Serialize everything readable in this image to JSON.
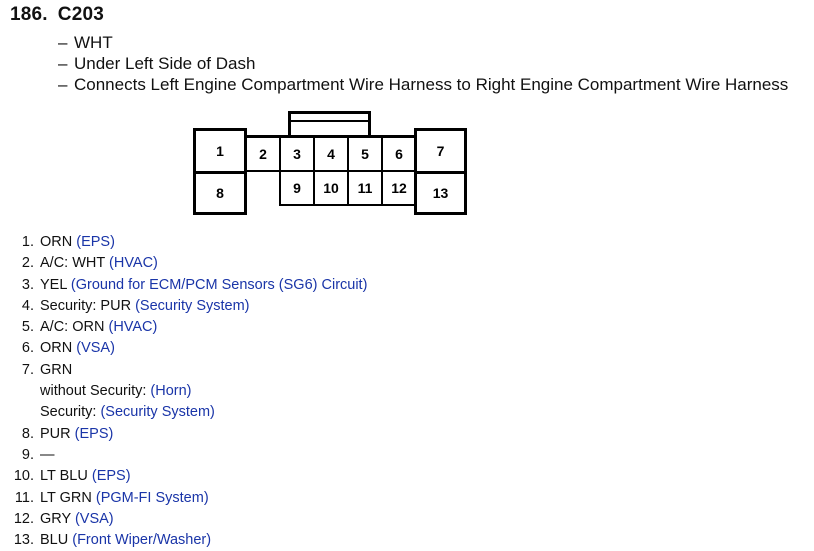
{
  "header": {
    "number": "186.",
    "connector_id": "C203"
  },
  "details": [
    "WHT",
    "Under Left Side of Dash",
    "Connects Left Engine Compartment Wire Harness to Right Engine Compartment Wire Harness"
  ],
  "diagram": {
    "cells": [
      "1",
      "2",
      "3",
      "4",
      "5",
      "6",
      "7",
      "8",
      "9",
      "10",
      "11",
      "12",
      "13"
    ]
  },
  "pins": [
    {
      "num": "1.",
      "wire": "ORN",
      "circuit": "(EPS)"
    },
    {
      "num": "2.",
      "wire": "A/C: WHT",
      "circuit": "(HVAC)"
    },
    {
      "num": "3.",
      "wire": "YEL",
      "circuit": "(Ground for ECM/PCM Sensors (SG6) Circuit)"
    },
    {
      "num": "4.",
      "wire": "Security: PUR",
      "circuit": "(Security System)"
    },
    {
      "num": "5.",
      "wire": "A/C: ORN",
      "circuit": "(HVAC)"
    },
    {
      "num": "6.",
      "wire": "ORN",
      "circuit": "(VSA)"
    },
    {
      "num": "7.",
      "wire": "GRN",
      "circuit": "",
      "sub": [
        {
          "label": "without Security:",
          "circuit": "(Horn)"
        },
        {
          "label": "Security:",
          "circuit": "(Security System)"
        }
      ]
    },
    {
      "num": "8.",
      "wire": "PUR",
      "circuit": "(EPS)"
    },
    {
      "num": "9.",
      "wire": "—",
      "circuit": ""
    },
    {
      "num": "10.",
      "wire": "LT BLU",
      "circuit": "(EPS)"
    },
    {
      "num": "11.",
      "wire": "LT GRN",
      "circuit": "(PGM-FI System)"
    },
    {
      "num": "12.",
      "wire": "GRY",
      "circuit": "(VSA)"
    },
    {
      "num": "13.",
      "wire": "BLU",
      "circuit": "(Front Wiper/Washer)"
    }
  ]
}
